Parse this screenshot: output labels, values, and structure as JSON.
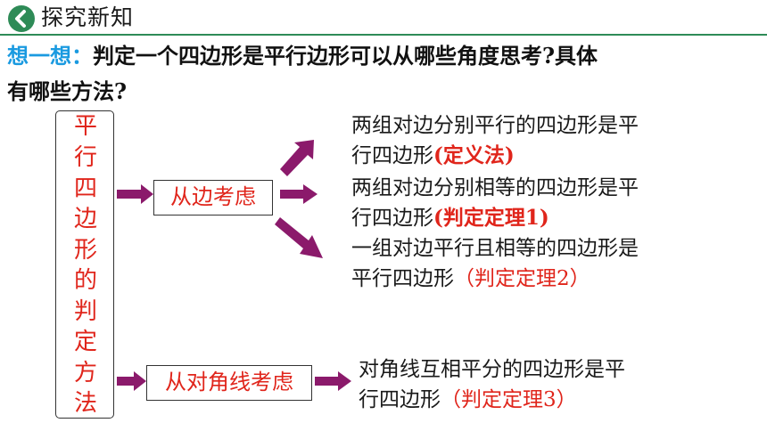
{
  "header": {
    "title": "探究新知"
  },
  "question": {
    "prefix": "想一想：",
    "line1_rest": "判定一个四边形是平行边形可以从哪些角度思考?具体",
    "line2": "有哪些方法?"
  },
  "left_box": {
    "chars": [
      "平",
      "行",
      "四",
      "边",
      "形",
      "的",
      "判",
      "定",
      "方",
      "法"
    ]
  },
  "categories": {
    "side": "从边考虑",
    "diagonal": "从对角线考虑"
  },
  "methods": {
    "m1": {
      "line1": "两组对边分别平行的四边形是平",
      "line2_text": "行四边形",
      "line2_tag": "(定义法)"
    },
    "m2": {
      "line1": "两组对边分别相等的四边形是平",
      "line2_text": "行四边形",
      "line2_tag": "(判定定理1)"
    },
    "m3": {
      "line1": "一组对边平行且相等的四边形是",
      "line2_text": "平行四边形",
      "line2_tag": "（判定定理2）"
    },
    "m4": {
      "line1": "对角线互相平分的四边形是平",
      "line2_text": "行四边形",
      "line2_tag": "（判定定理3）"
    }
  },
  "colors": {
    "accent_red": "#e0251b",
    "arrow_purple": "#8b1a6b",
    "header_green": "#2e8b57",
    "question_blue": "#1a9ae0"
  }
}
